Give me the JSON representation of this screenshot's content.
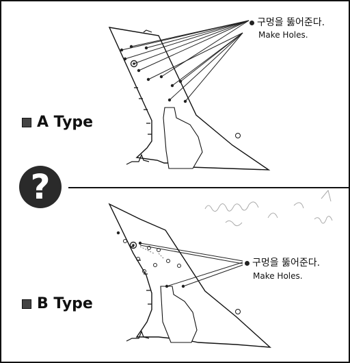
{
  "panels": {
    "a": {
      "type_label": "A Type",
      "callout_ko": "구멍을 뚫어준다.",
      "callout_en": "Make Holes."
    },
    "b": {
      "type_label": "B Type",
      "callout_ko": "구멍을 뚫어준다.",
      "callout_en": "Make Holes."
    }
  },
  "question_mark": "?"
}
